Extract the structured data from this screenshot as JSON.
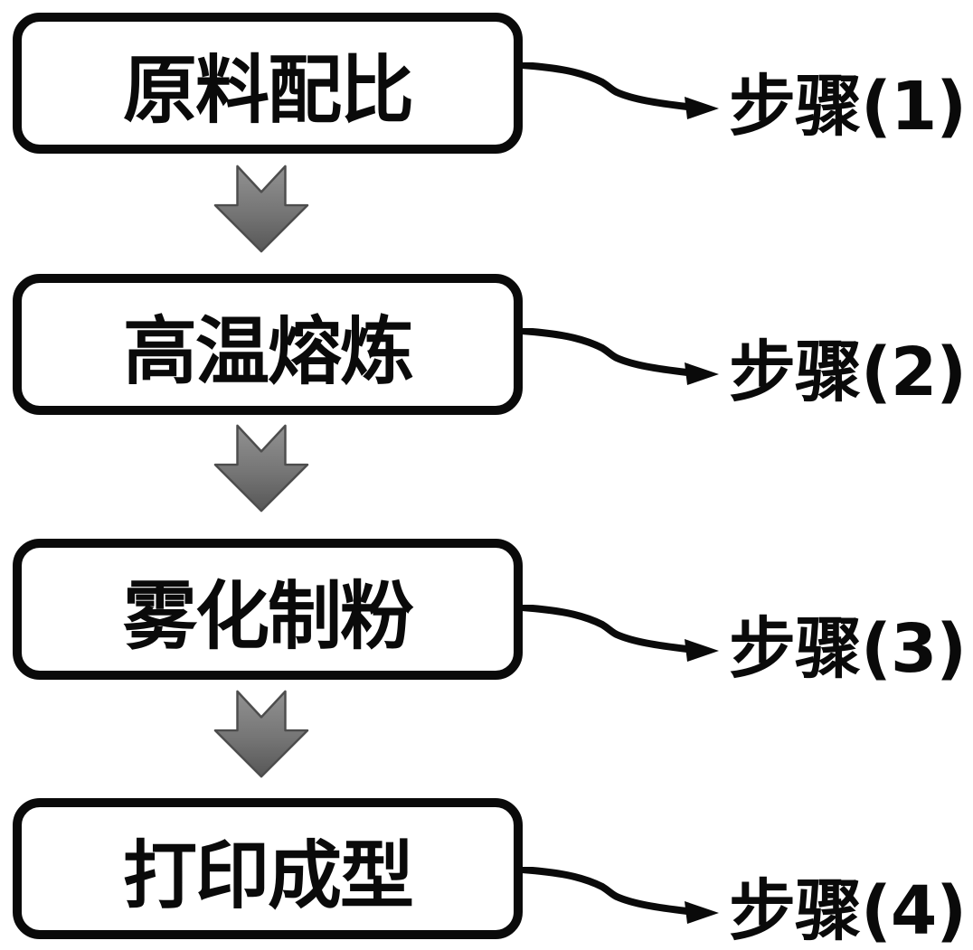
{
  "flowchart": {
    "steps": [
      {
        "box_label": "原料配比",
        "step_label": "步骤(1)"
      },
      {
        "box_label": "高温熔炼",
        "step_label": "步骤(2)"
      },
      {
        "box_label": "雾化制粉",
        "step_label": "步骤(3)"
      },
      {
        "box_label": "打印成型",
        "step_label": "步骤(4)"
      }
    ],
    "icons": {
      "between_boxes": "chevron-down-arrow-icon",
      "to_step_label": "curved-right-arrow-icon"
    },
    "colors": {
      "background": "#ffffff",
      "box_border": "#0a0a0a",
      "box_fill": "#ffffff",
      "text": "#0a0a0a",
      "connector": "#0a0a0a",
      "chevron_gradient_top": "#929292",
      "chevron_gradient_bottom": "#575757",
      "chevron_outline": "#4d4d4d"
    }
  }
}
